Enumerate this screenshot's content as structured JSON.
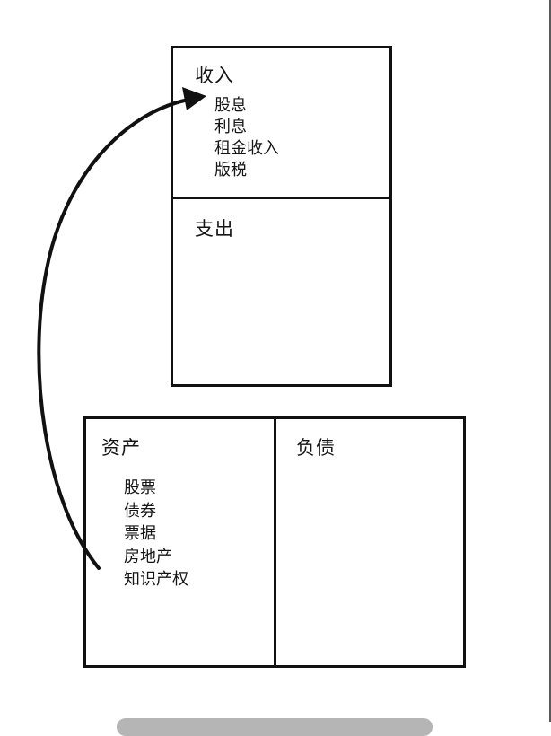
{
  "income_statement": {
    "income": {
      "heading": "收入",
      "items": [
        "股息",
        "利息",
        "租金收入",
        "版税"
      ]
    },
    "expense": {
      "heading": "支出",
      "items": []
    }
  },
  "balance_sheet": {
    "assets": {
      "heading": "资产",
      "items": [
        "股票",
        "债券",
        "票据",
        "房地产",
        "知识产权"
      ]
    },
    "liabilities": {
      "heading": "负债",
      "items": []
    }
  },
  "flow_arrow": {
    "from": "资产",
    "to": "收入",
    "color": "#111111"
  },
  "colors": {
    "line": "#111111",
    "background": "#ffffff",
    "text": "#151515"
  }
}
